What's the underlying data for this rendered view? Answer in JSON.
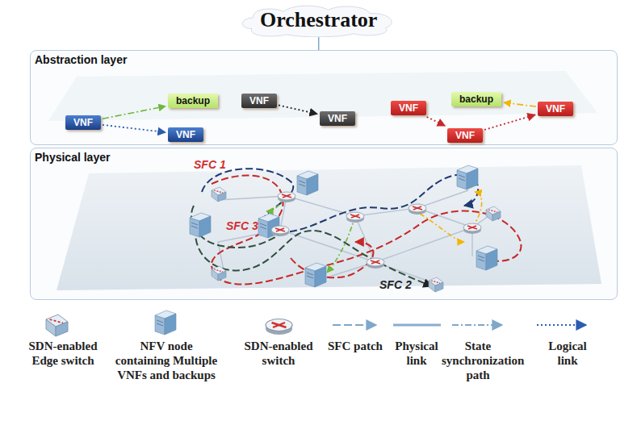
{
  "diagram": {
    "nodes": [
      {
        "text": [
          "Orchestrator"
        ]
      },
      {
        "text": [
          "Abstraction layer"
        ]
      },
      {
        "text": [
          "VNF"
        ],
        "in": 1
      },
      {
        "text": [
          "backup"
        ],
        "in": 1
      },
      {
        "text": [
          "VNF"
        ],
        "in": 1
      },
      {
        "text": [
          "VNF"
        ],
        "in": 1
      },
      {
        "text": [
          "VNF"
        ],
        "in": 1
      },
      {
        "text": [
          "VNF"
        ],
        "in": 1
      },
      {
        "text": [
          "backup"
        ],
        "in": 1
      },
      {
        "text": [
          "VNF"
        ],
        "in": 1
      },
      {
        "text": [
          "VNF"
        ],
        "in": 1
      },
      {
        "text": [
          "Physical layer"
        ]
      }
    ],
    "edges": [
      {
        "from": 0,
        "to": 1,
        "arrow": "none"
      },
      {
        "from": 2,
        "to": 3,
        "arrow": "to"
      },
      {
        "from": 2,
        "to": 4,
        "arrow": "to"
      },
      {
        "from": 5,
        "to": 6,
        "arrow": "to"
      },
      {
        "from": 7,
        "to": 10,
        "arrow": "to"
      },
      {
        "from": 10,
        "to": 9,
        "arrow": "to"
      },
      {
        "from": 9,
        "to": 8,
        "arrow": "to"
      }
    ],
    "labels": [
      "SFC 1",
      "SFC 3",
      "SFC 2"
    ],
    "legend": [
      {
        "text": "SDN-enabled Edge switch"
      },
      {
        "text": "NFV node containing Multiple VNFs and backups"
      },
      {
        "text": "SDN-enabled switch"
      },
      {
        "text": "SFC patch"
      },
      {
        "text": "Physical link"
      },
      {
        "text": "State synchronization path"
      },
      {
        "text": "Logical link"
      }
    ]
  }
}
